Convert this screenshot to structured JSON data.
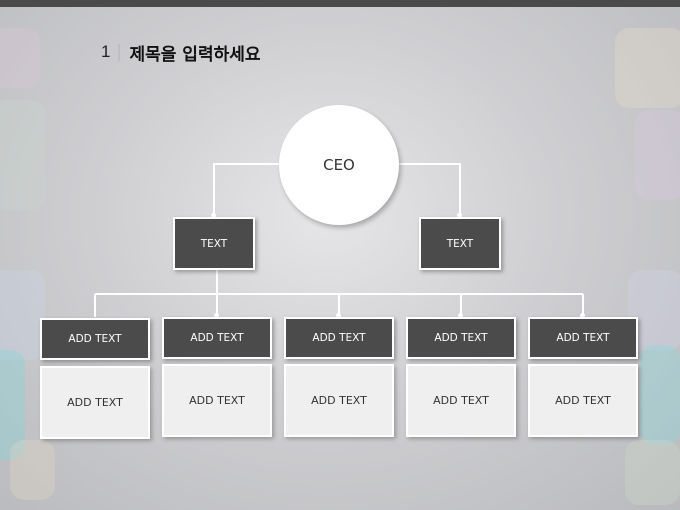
{
  "title": {
    "number": "1",
    "text": "제목을 입력하세요"
  },
  "org_chart": {
    "root": "CEO",
    "managers": [
      "TEXT",
      "TEXT"
    ],
    "units": [
      {
        "header": "ADD TEXT",
        "body": "ADD TEXT"
      },
      {
        "header": "ADD TEXT",
        "body": "ADD TEXT"
      },
      {
        "header": "ADD TEXT",
        "body": "ADD TEXT"
      },
      {
        "header": "ADD TEXT",
        "body": "ADD TEXT"
      },
      {
        "header": "ADD TEXT",
        "body": "ADD TEXT"
      }
    ]
  },
  "colors": {
    "dark_box": "#4b4b4b",
    "light_box": "#efeff0",
    "connector": "#ffffff",
    "top_bar": "#4a4a4a"
  }
}
